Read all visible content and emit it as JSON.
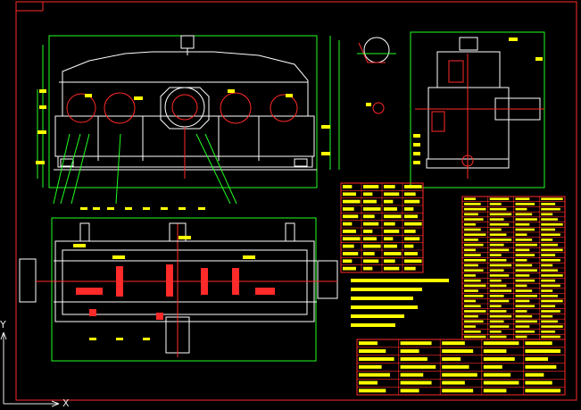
{
  "drawing": {
    "background": "#000000",
    "colors": {
      "frame": "#ff2a2a",
      "outline": "#ffffff",
      "dimension": "#22ff22",
      "text_block": "#ffff00",
      "center": "#ff2a2a",
      "grid": "#ff2a2a"
    },
    "ucs_icon": {
      "x_label": "X",
      "y_label": "Y"
    },
    "views": [
      {
        "name": "front-elevation",
        "label": ""
      },
      {
        "name": "end-elevation",
        "label": ""
      },
      {
        "name": "plan-view",
        "label": ""
      },
      {
        "name": "detail-view",
        "label": ""
      }
    ],
    "tables": [
      {
        "name": "technical-table",
        "rows": 12,
        "cols": 4
      },
      {
        "name": "parts-list",
        "rows": 28,
        "cols": 4
      },
      {
        "name": "title-block",
        "rows": 7,
        "cols": 5
      }
    ]
  }
}
